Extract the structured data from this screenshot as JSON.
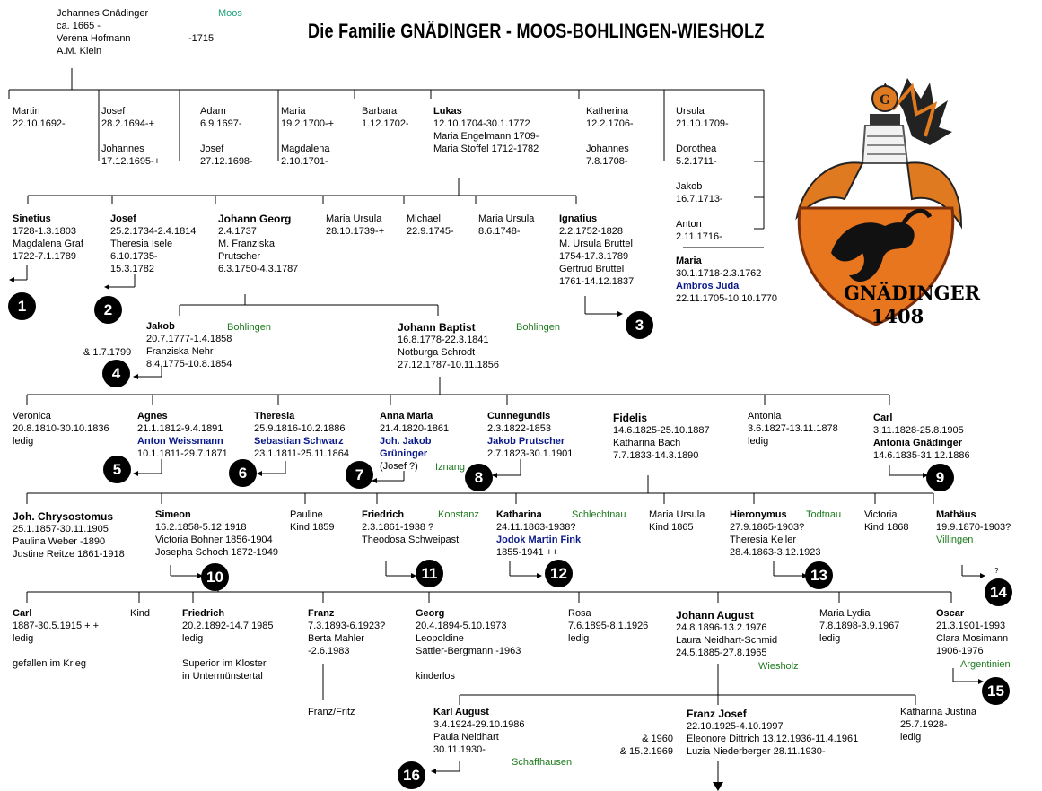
{
  "title": "Die Familie GNÄDINGER - MOOS-BOHLINGEN-WIESHOLZ",
  "colors": {
    "name_blue": "#0a1a8a",
    "place_green": "#1d7a1d",
    "place_teal": "#1aa07a"
  },
  "root": {
    "lines": [
      "Johannes Gnädinger",
      "ca. 1665 -",
      "Verena Hofmann",
      "A.M. Klein"
    ],
    "death": "-1715",
    "place": "Moos"
  },
  "gen1": [
    {
      "lines": [
        "Martin",
        "22.10.1692-"
      ]
    },
    {
      "lines": [
        "Josef",
        "28.2.1694-+",
        "",
        "Johannes",
        "17.12.1695-+"
      ]
    },
    {
      "lines": [
        "Adam",
        "6.9.1697-",
        "",
        "Josef",
        "27.12.1698-"
      ]
    },
    {
      "lines": [
        "Maria",
        "19.2.1700-+",
        "",
        "Magdalena",
        "2.10.1701-"
      ]
    },
    {
      "lines": [
        "Barbara",
        "1.12.1702-"
      ]
    },
    {
      "lines": [
        "Lukas",
        "12.10.1704-30.1.1772",
        "Maria Engelmann 1709-",
        "Maria Stoffel 1712-1782"
      ]
    },
    {
      "lines": [
        "Katherina",
        "12.2.1706-",
        "",
        "Johannes",
        "7.8.1708-"
      ]
    },
    {
      "lines": [
        "Ursula",
        "21.10.1709-",
        "",
        "Dorothea",
        "5.2.1711-",
        "",
        "Jakob",
        "16.7.1713-",
        "",
        "Anton",
        "2.11.1716-",
        ""
      ]
    },
    {
      "lines": [
        "Maria",
        "30.1.1718-2.3.1762",
        "Ambros Juda",
        "22.11.1705-10.10.1770"
      ]
    }
  ],
  "gen2": [
    {
      "lines": [
        "Sinetius",
        "1728-1.3.1803",
        "Magdalena Graf",
        "1722-7.1.1789"
      ]
    },
    {
      "lines": [
        "Josef",
        "25.2.1734-2.4.1814",
        "Theresia Isele",
        "6.10.1735-",
        "15.3.1782"
      ]
    },
    {
      "lines": [
        "Johann Georg",
        "2.4.1737",
        "M. Franziska",
        "Prutscher",
        "6.3.1750-4.3.1787"
      ]
    },
    {
      "lines": [
        "Maria Ursula",
        "28.10.1739-+"
      ]
    },
    {
      "lines": [
        "Michael",
        "22.9.1745-"
      ]
    },
    {
      "lines": [
        "Maria Ursula",
        "8.6.1748-"
      ]
    },
    {
      "lines": [
        "Ignatius",
        "2.2.1752-1828",
        "M. Ursula Bruttel",
        "1754-17.3.1789",
        "Gertrud Bruttel",
        "1761-14.12.1837"
      ]
    }
  ],
  "gen3": [
    {
      "lines": [
        "Jakob",
        "20.7.1777-1.4.1858",
        "Franziska Nehr",
        "8.4.1775-10.8.1854"
      ],
      "place": "Bohlingen",
      "marriage": "& 1.7.1799"
    },
    {
      "lines": [
        "Johann Baptist",
        "16.8.1778-22.3.1841",
        "Notburga Schrodt",
        "27.12.1787-10.11.1856"
      ],
      "place": "Bohlingen"
    }
  ],
  "gen4": [
    {
      "lines": [
        "Veronica",
        "20.8.1810-30.10.1836",
        "ledig"
      ]
    },
    {
      "lines": [
        "Agnes",
        "21.1.1812-9.4.1891",
        "Anton Weissmann",
        "10.1.1811-29.7.1871"
      ]
    },
    {
      "lines": [
        "Theresia",
        "25.9.1816-10.2.1886",
        "Sebastian Schwarz",
        "23.1.1811-25.11.1864"
      ]
    },
    {
      "lines": [
        "Anna Maria",
        "21.4.1820-1861",
        "Joh. Jakob",
        "Grüninger",
        "(Josef ?)"
      ],
      "place": "Iznang"
    },
    {
      "lines": [
        "Cunnegundis",
        "2.3.1822-1853",
        "Jakob Prutscher",
        "2.7.1823-30.1.1901"
      ]
    },
    {
      "lines": [
        "Fidelis",
        "14.6.1825-25.10.1887",
        "Katharina Bach",
        "7.7.1833-14.3.1890"
      ]
    },
    {
      "lines": [
        "Antonia",
        "3.6.1827-13.11.1878",
        "ledig"
      ]
    },
    {
      "lines": [
        "Carl",
        "3.11.1828-25.8.1905",
        "Antonia Gnädinger",
        "14.6.1835-31.12.1886"
      ]
    }
  ],
  "gen5": [
    {
      "lines": [
        "Joh. Chrysostomus",
        "25.1.1857-30.11.1905",
        "Paulina Weber  -1890",
        "Justine Reitze 1861-1918"
      ]
    },
    {
      "lines": [
        "Simeon",
        "16.2.1858-5.12.1918",
        "Victoria Bohner  1856-1904",
        "Josepha Schoch  1872-1949"
      ]
    },
    {
      "lines": [
        "Pauline",
        "Kind  1859"
      ]
    },
    {
      "lines": [
        "Friedrich",
        "2.3.1861-1938 ?",
        "Theodosa Schweipast"
      ],
      "place": "Konstanz"
    },
    {
      "lines": [
        "Katharina",
        "24.11.1863-1938?",
        "Jodok Martin Fink",
        "1855-1941  ++"
      ],
      "place": "Schlechtnau"
    },
    {
      "lines": [
        "Maria Ursula",
        "Kind  1865"
      ]
    },
    {
      "lines": [
        "Hieronymus",
        "27.9.1865-1903?",
        "Theresia Keller",
        " 28.4.1863-3.12.1923"
      ],
      "place": "Todtnau"
    },
    {
      "lines": [
        "Victoria",
        "Kind  1868"
      ]
    },
    {
      "lines": [
        "Mathäus",
        "19.9.1870-1903?",
        "Villingen"
      ]
    }
  ],
  "gen6": [
    {
      "lines": [
        "Carl",
        "1887-30.5.1915 + +",
        "ledig",
        "",
        "gefallen im Krieg"
      ]
    },
    {
      "lines": [
        "Kind"
      ]
    },
    {
      "lines": [
        "Friedrich",
        "20.2.1892-14.7.1985",
        "ledig",
        "",
        "Superior im Kloster",
        "in Untermünstertal"
      ]
    },
    {
      "lines": [
        "Franz",
        "7.3.1893-6.1923?",
        "Berta Mahler",
        " -2.6.1983"
      ]
    },
    {
      "lines": [
        "Georg",
        "20.4.1894-5.10.1973",
        "Leopoldine",
        "Sattler-Bergmann    -1963",
        "",
        "kinderlos"
      ]
    },
    {
      "lines": [
        "Rosa",
        "7.6.1895-8.1.1926",
        "ledig"
      ]
    },
    {
      "lines": [
        "Johann August",
        "24.8.1896-13.2.1976",
        "Laura Neidhart-Schmid",
        "24.5.1885-27.8.1965"
      ],
      "place": "Wiesholz"
    },
    {
      "lines": [
        "Maria Lydia",
        "7.8.1898-3.9.1967",
        "ledig"
      ]
    },
    {
      "lines": [
        "Oscar",
        "21.3.1901-1993",
        "Clara Mosimann",
        "1906-1976"
      ],
      "place": "Argentinien"
    }
  ],
  "gen7": [
    {
      "lines": [
        "Franz/Fritz"
      ]
    },
    {
      "lines": [
        "Karl August",
        "3.4.1924-29.10.1986",
        "Paula Neidhart",
        "30.11.1930-"
      ],
      "place": "Schaffhausen"
    },
    {
      "lines": [
        "& 1960",
        "& 15.2.1969"
      ]
    },
    {
      "lines": [
        "Franz Josef",
        "22.10.1925-4.10.1997",
        "Eleonore Dittrich  13.12.1936-11.4.1961",
        "Luzia Niederberger  28.11.1930-"
      ]
    },
    {
      "lines": [
        "Katharina Justina",
        "25.7.1928-",
        "ledig"
      ]
    }
  ],
  "badges": [
    "1",
    "2",
    "3",
    "4",
    "5",
    "6",
    "7",
    "8",
    "9",
    "10",
    "11",
    "12",
    "13",
    "14",
    "15",
    "16"
  ],
  "question_mark": "?",
  "crest": {
    "label": "GNÄDINGER",
    "year": "1408",
    "icon": "coat-of-arms-icon"
  }
}
